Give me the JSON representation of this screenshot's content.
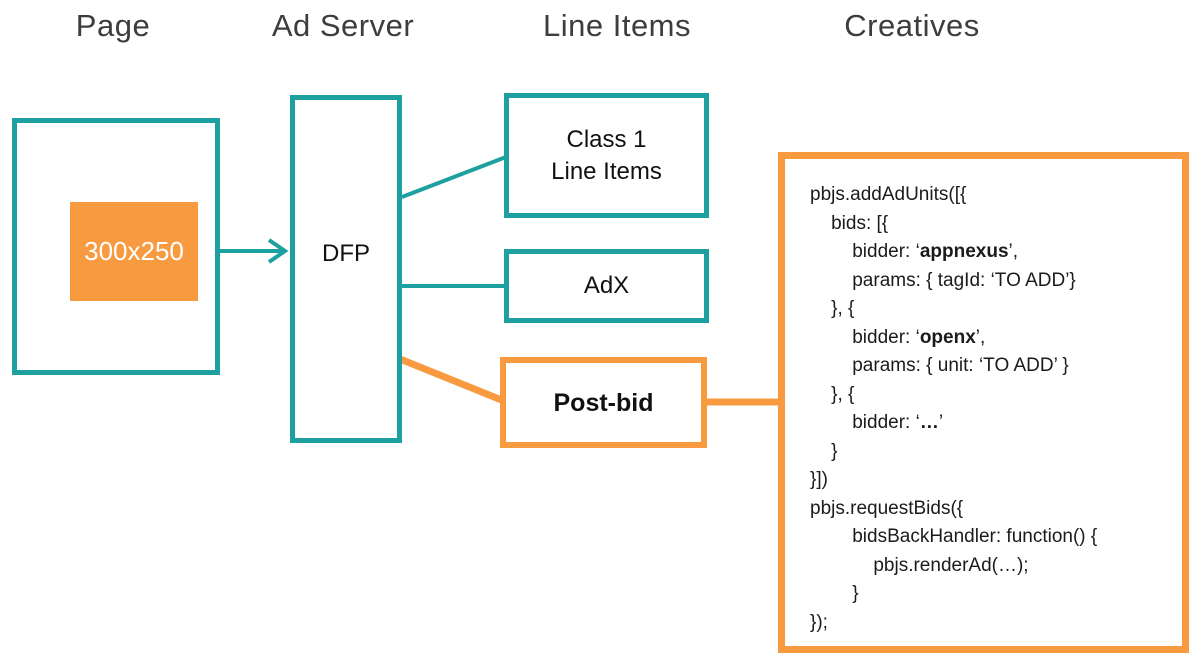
{
  "headers": {
    "page": "Page",
    "ad_server": "Ad Server",
    "line_items": "Line Items",
    "creatives": "Creatives"
  },
  "boxes": {
    "ad_slot": "300x250",
    "dfp": "DFP",
    "class1_line1": "Class 1",
    "class1_line2": "Line Items",
    "adx": "AdX",
    "postbid": "Post-bid"
  },
  "colors": {
    "teal": "#1fa0a0",
    "orange": "#f89b40",
    "header_text": "#3d3d3d",
    "code_text": "#1b1b1b"
  },
  "code": {
    "lines": [
      [
        {
          "t": "pbjs.addAdUnits([{",
          "b": false
        }
      ],
      [
        {
          "t": "    bids: [{",
          "b": false
        }
      ],
      [
        {
          "t": "        bidder: ‘",
          "b": false
        },
        {
          "t": "appnexus",
          "b": true
        },
        {
          "t": "’,",
          "b": false
        }
      ],
      [
        {
          "t": "        params: { tagId: ‘TO ADD’}",
          "b": false
        }
      ],
      [
        {
          "t": "    }, {",
          "b": false
        }
      ],
      [
        {
          "t": "        bidder: ‘",
          "b": false
        },
        {
          "t": "openx",
          "b": true
        },
        {
          "t": "’,",
          "b": false
        }
      ],
      [
        {
          "t": "        params: { unit: ‘TO ADD’ }",
          "b": false
        }
      ],
      [
        {
          "t": "    }, {",
          "b": false
        }
      ],
      [
        {
          "t": "        bidder: ‘",
          "b": false
        },
        {
          "t": "…",
          "b": true
        },
        {
          "t": "’",
          "b": false
        }
      ],
      [
        {
          "t": "    }",
          "b": false
        }
      ],
      [
        {
          "t": "}])",
          "b": false
        }
      ],
      [
        {
          "t": "pbjs.requestBids({",
          "b": false
        }
      ],
      [
        {
          "t": "        bidsBackHandler: function() {",
          "b": false
        }
      ],
      [
        {
          "t": "            pbjs.renderAd(…);",
          "b": false
        }
      ],
      [
        {
          "t": "        }",
          "b": false
        }
      ],
      [
        {
          "t": "});",
          "b": false
        }
      ]
    ]
  }
}
